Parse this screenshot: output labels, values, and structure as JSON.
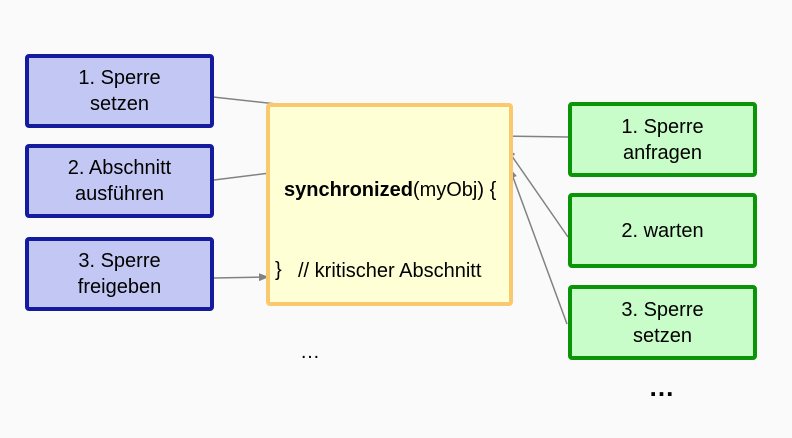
{
  "colors": {
    "background": "#fafafa",
    "left_box_fill": "#c3c7f3",
    "left_box_border": "#141b9d",
    "right_box_fill": "#c8fcc8",
    "right_box_border": "#0a9408",
    "code_box_fill": "#ffffd6",
    "code_box_border": "#fbc96d",
    "arrow": "#828282",
    "text": "#000000"
  },
  "left_steps": [
    {
      "line1": "1. Sperre",
      "line2": "setzen"
    },
    {
      "line1": "2. Abschnitt",
      "line2": "ausführen"
    },
    {
      "line1": "3. Sperre",
      "line2": "freigeben"
    }
  ],
  "right_steps": [
    {
      "line1": "1. Sperre",
      "line2": "anfragen"
    },
    {
      "line1": "2. warten",
      "line2": ""
    },
    {
      "line1": "3. Sperre",
      "line2": "setzen"
    }
  ],
  "right_ellipsis": "…",
  "code_block": {
    "keyword": "synchronized",
    "line1_rest": "(myObj) {",
    "line2": "// kritischer Abschnitt",
    "line3": "…",
    "line4": "}"
  }
}
